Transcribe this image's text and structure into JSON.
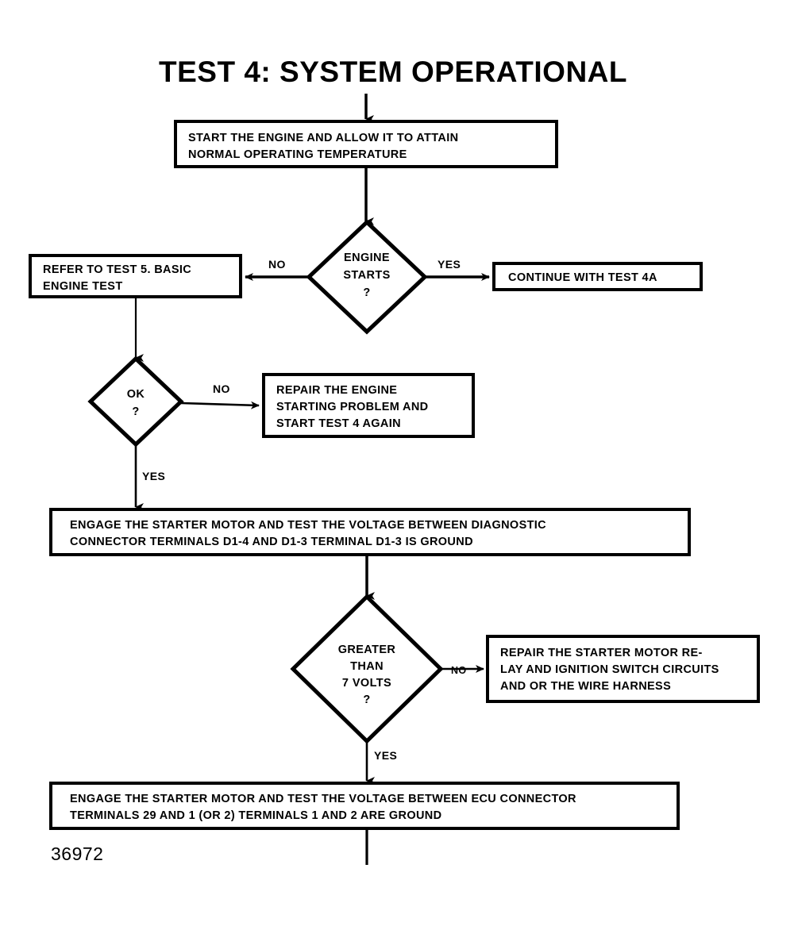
{
  "page": {
    "title": "TEST 4:  SYSTEM OPERATIONAL",
    "figure_reference": "36972",
    "ink_color": "#000000",
    "background_color": "#ffffff"
  },
  "nodes": {
    "start_engine": {
      "type": "process",
      "text": "START THE ENGINE AND ALLOW IT TO ATTAIN\nNORMAL OPERATING TEMPERATURE"
    },
    "engine_starts": {
      "type": "decision",
      "text": "ENGINE\nSTARTS\n?"
    },
    "refer_test5": {
      "type": "process",
      "text": "REFER TO TEST 5. BASIC\nENGINE TEST"
    },
    "continue_test4a": {
      "type": "process",
      "text": "CONTINUE WITH TEST 4A"
    },
    "ok": {
      "type": "decision",
      "text": "OK\n?"
    },
    "repair_engine_start": {
      "type": "process",
      "text": "REPAIR THE ENGINE\nSTARTING PROBLEM AND\nSTART TEST 4 AGAIN"
    },
    "engage_starter_diagnostic": {
      "type": "process",
      "text": "ENGAGE THE STARTER MOTOR AND TEST THE VOLTAGE BETWEEN DIAGNOSTIC\nCONNECTOR TERMINALS D1-4 AND D1-3  TERMINAL D1-3 IS GROUND"
    },
    "greater_than_7_volts": {
      "type": "decision",
      "text": "GREATER\nTHAN\n7 VOLTS\n?"
    },
    "repair_relay_ignition": {
      "type": "process",
      "text": "REPAIR THE STARTER MOTOR RE-\nLAY AND IGNITION SWITCH CIRCUITS\nAND OR THE WIRE HARNESS"
    },
    "engage_starter_ecu": {
      "type": "process",
      "text": "ENGAGE THE STARTER MOTOR AND TEST THE VOLTAGE BETWEEN ECU CONNECTOR\nTERMINALS 29 AND 1 (OR 2)  TERMINALS 1 AND 2 ARE GROUND"
    }
  },
  "edges": {
    "engine_starts_no": "NO",
    "engine_starts_yes": "YES",
    "ok_no": "NO",
    "ok_yes": "YES",
    "volts_no": "NO",
    "volts_yes": "YES"
  }
}
